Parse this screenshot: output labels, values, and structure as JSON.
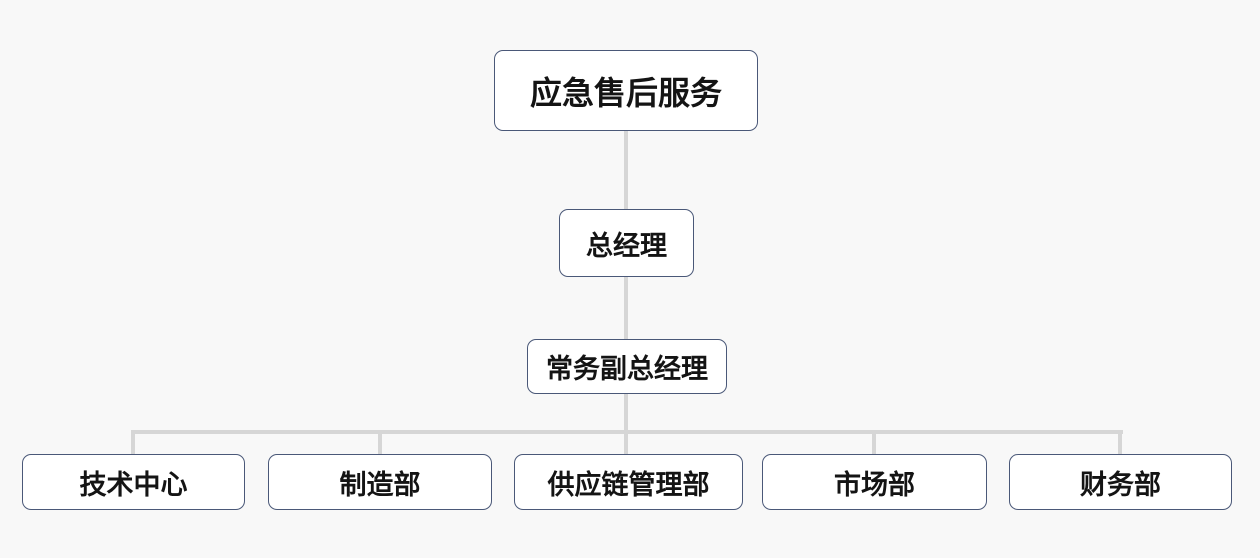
{
  "org": {
    "root": {
      "label": "应急售后服务"
    },
    "level2": {
      "label": "总经理"
    },
    "level3": {
      "label": "常务副总经理"
    },
    "level4": [
      {
        "label": "技术中心"
      },
      {
        "label": "制造部"
      },
      {
        "label": "供应链管理部"
      },
      {
        "label": "市场部"
      },
      {
        "label": "财务部"
      }
    ]
  },
  "colors": {
    "background": "#f8f8f8",
    "box_background": "#ffffff",
    "box_border": "#4a5878",
    "connector": "#d6d6d6",
    "text": "#141414"
  }
}
